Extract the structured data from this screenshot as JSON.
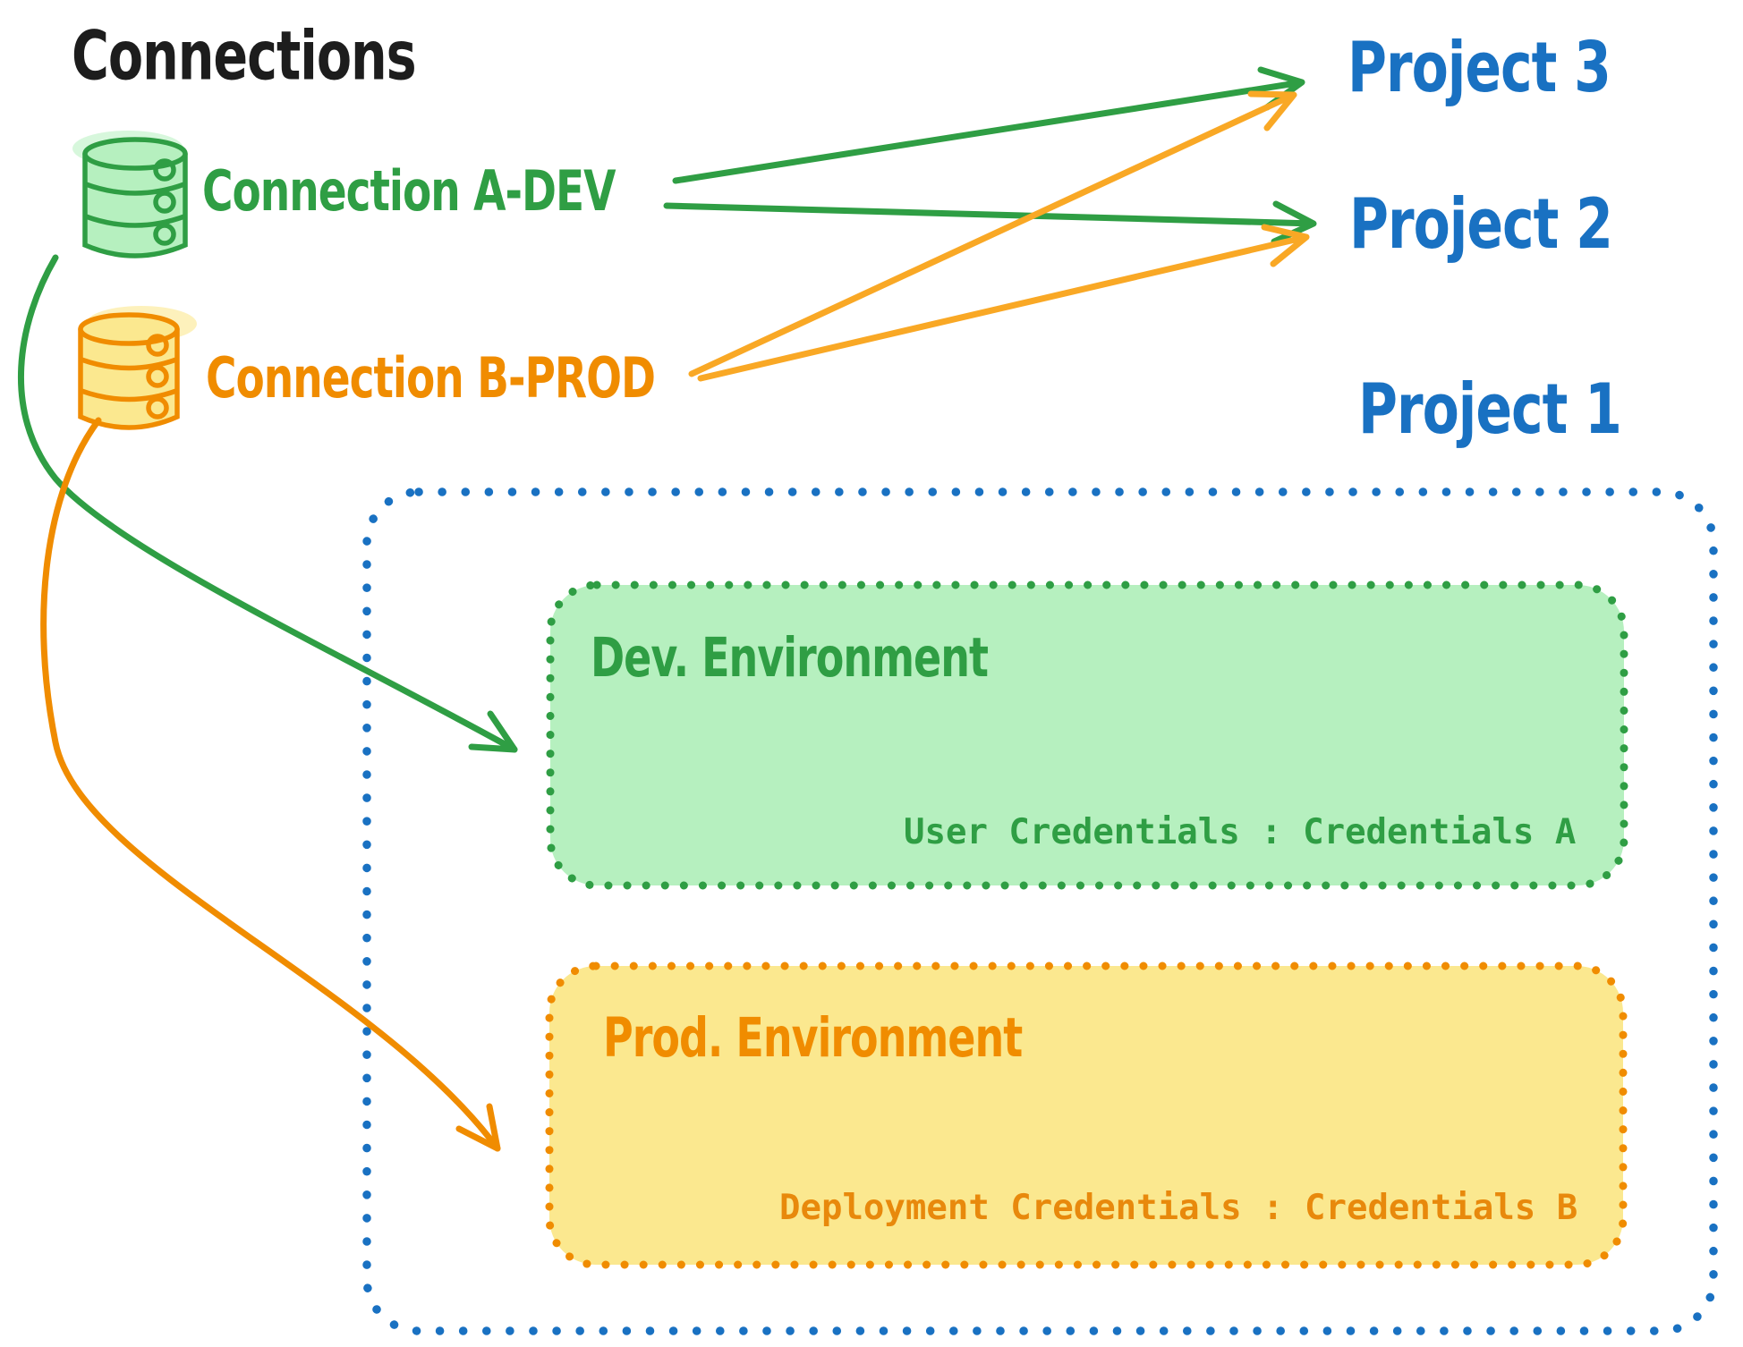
{
  "diagram": {
    "title": "Connections",
    "connections": [
      {
        "id": "A",
        "label": "Connection A-DEV",
        "icon": "database-cylinder-icon",
        "stroke_color": "#2f9e44",
        "fill_color": "#b6f0bf"
      },
      {
        "id": "B",
        "label": "Connection B-PROD",
        "icon": "database-cylinder-icon",
        "stroke_color": "#f08c00",
        "fill_color": "#fbe88f"
      }
    ],
    "projects": [
      {
        "label": "Project 3"
      },
      {
        "label": "Project 2"
      },
      {
        "label": "Project 1"
      }
    ],
    "project1_detail": {
      "dev_environment": {
        "title": "Dev. Environment",
        "credentials_label": "User Credentials : Credentials A",
        "stroke_color": "#2f9e44",
        "fill_color": "#b6f0bf"
      },
      "prod_environment": {
        "title": "Prod. Environment",
        "credentials_label": "Deployment Credentials : Credentials B",
        "stroke_color": "#f08c00",
        "fill_color": "#fbe88f"
      },
      "container_color": "#1971c2"
    },
    "edges": [
      {
        "from": "Connection A-DEV",
        "to": "Project 3",
        "color": "#2f9e44",
        "style": "straight-arrow"
      },
      {
        "from": "Connection A-DEV",
        "to": "Project 2",
        "color": "#2f9e44",
        "style": "straight-arrow"
      },
      {
        "from": "Connection B-PROD",
        "to": "Project 3",
        "color": "#f9a825",
        "style": "straight-arrow"
      },
      {
        "from": "Connection B-PROD",
        "to": "Project 2",
        "color": "#f9a825",
        "style": "straight-arrow"
      },
      {
        "from": "Connection A-DEV",
        "to": "Dev. Environment",
        "color": "#2f9e44",
        "style": "curved-arrow"
      },
      {
        "from": "Connection B-PROD",
        "to": "Prod. Environment",
        "color": "#f08c00",
        "style": "curved-arrow"
      }
    ],
    "colors": {
      "title_text": "#1d1d1d",
      "green": "#2f9e44",
      "green_fill": "#b6f0bf",
      "orange": "#f08c00",
      "orange_fill": "#fbe88f",
      "orange_arrow": "#f9a825",
      "blue": "#1971c2",
      "background": "#ffffff"
    }
  }
}
